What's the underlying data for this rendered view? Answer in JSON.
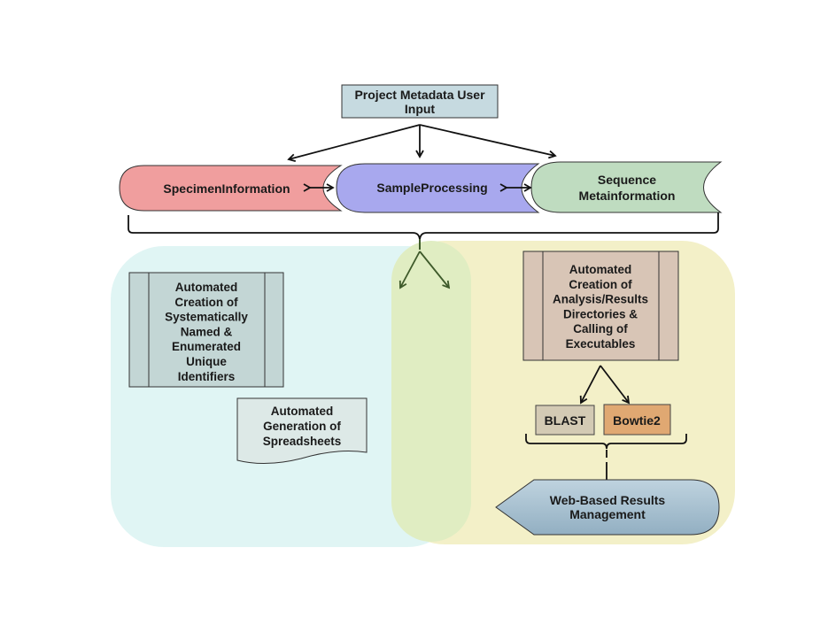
{
  "nodes": {
    "project_input": {
      "lines": [
        "Project Metadata User",
        "Input"
      ],
      "fill": "#c6dae0"
    },
    "specimen": {
      "label": "SpecimenInformation",
      "fill": "#f09e9e"
    },
    "sample": {
      "label": "SampleProcessing",
      "fill": "#a8a8ee"
    },
    "sequence": {
      "lines": [
        "Sequence",
        "Metainformation"
      ],
      "fill": "#bfdcc0"
    },
    "identifiers": {
      "lines": [
        "Automated",
        "Creation of",
        "Systematically",
        "Named &",
        "Enumerated",
        "Unique",
        "Identifiers"
      ],
      "fill": "#c3d6d5"
    },
    "spreadsheets": {
      "lines": [
        "Automated",
        "Generation of",
        "Spreadsheets"
      ],
      "fill": "#dde9e7"
    },
    "analysis": {
      "lines": [
        "Automated",
        "Creation of",
        "Analysis/Results",
        "Directories &",
        "Calling of",
        "Executables"
      ],
      "fill": "#d8c5b6"
    },
    "blast": {
      "label": "BLAST",
      "fill": "#d3cab4"
    },
    "bowtie": {
      "label": "Bowtie2",
      "fill": "#e0a872"
    },
    "web": {
      "lines": [
        "Web-Based Results",
        "Management"
      ],
      "fill": "#a9c2d2"
    }
  },
  "regions": {
    "left": {
      "fill": "#e0f5f4"
    },
    "right": {
      "fill": "#f3f0c8"
    },
    "overlap": {
      "fill": "#e0edc2"
    }
  }
}
